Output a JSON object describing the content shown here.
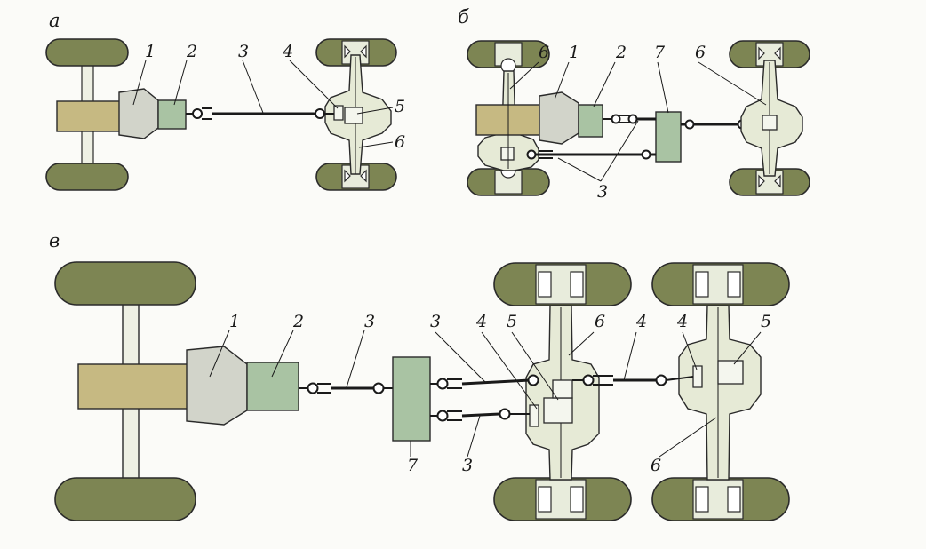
{
  "sections": {
    "a": "а",
    "b": "б",
    "v": "в"
  },
  "labels": {
    "n1": "1",
    "n2": "2",
    "n3": "3",
    "n4": "4",
    "n5": "5",
    "n6": "6",
    "n7": "7"
  }
}
